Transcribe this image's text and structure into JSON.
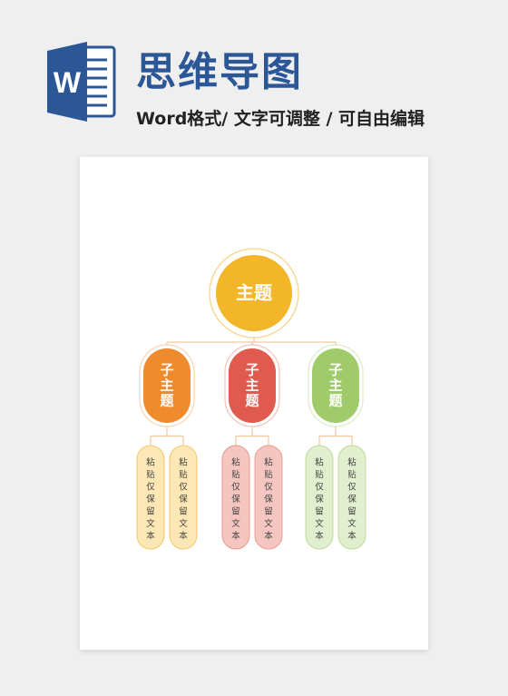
{
  "header": {
    "logo_letter": "W",
    "title": "思维导图",
    "subtitle": "Word格式/ 文字可调整 / 可自由编辑"
  },
  "mindmap": {
    "root": {
      "label": "主题",
      "color": "#f3b52a",
      "children": [
        {
          "label": "子主题",
          "color": "#ef8a2d",
          "leaves": [
            {
              "text": "粘贴仅保留文本"
            },
            {
              "text": "粘贴仅保留文本"
            }
          ],
          "leaf_fill": "#fde7b5",
          "leaf_stroke": "#f4c66a"
        },
        {
          "label": "子主题",
          "color": "#e05a4e",
          "leaves": [
            {
              "text": "粘贴仅保留文本"
            },
            {
              "text": "粘贴仅保留文本"
            }
          ],
          "leaf_fill": "#f5c6c0",
          "leaf_stroke": "#e89890"
        },
        {
          "label": "子主题",
          "color": "#9fcb6a",
          "leaves": [
            {
              "text": "粘贴仅保留文本"
            },
            {
              "text": "粘贴仅保留文本"
            }
          ],
          "leaf_fill": "#e2efcf",
          "leaf_stroke": "#bcd99a"
        }
      ]
    },
    "connector_color": "#f1c9a0"
  }
}
